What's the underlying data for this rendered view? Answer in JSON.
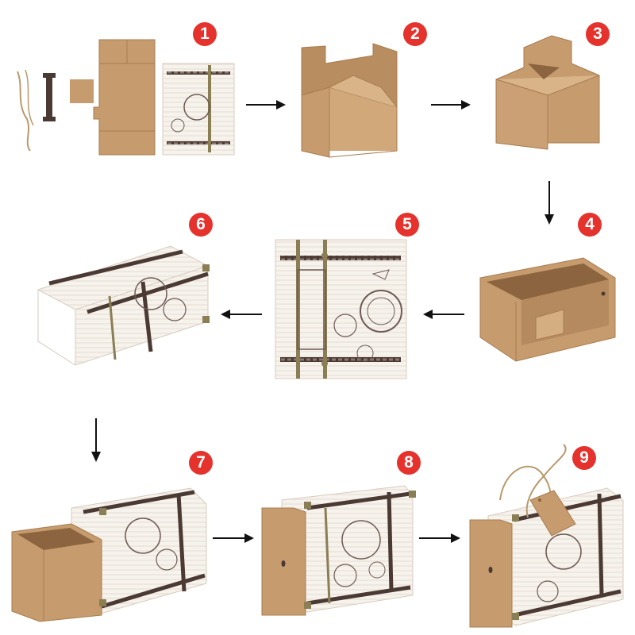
{
  "steps": [
    {
      "number": "1"
    },
    {
      "number": "2"
    },
    {
      "number": "3"
    },
    {
      "number": "4"
    },
    {
      "number": "5"
    },
    {
      "number": "6"
    },
    {
      "number": "7"
    },
    {
      "number": "8"
    },
    {
      "number": "9"
    }
  ],
  "colors": {
    "badge": "#e5322d",
    "kraft": "#c69b6d",
    "kraft_dark": "#a87c50",
    "print_paper": "#f6f2ec",
    "stamp_ink": "#6e5a55",
    "strap": "#4b3a33",
    "arrow": "#111111"
  },
  "sequence": [
    "1",
    "2",
    "3",
    "4",
    "5",
    "6",
    "7",
    "8",
    "9"
  ]
}
